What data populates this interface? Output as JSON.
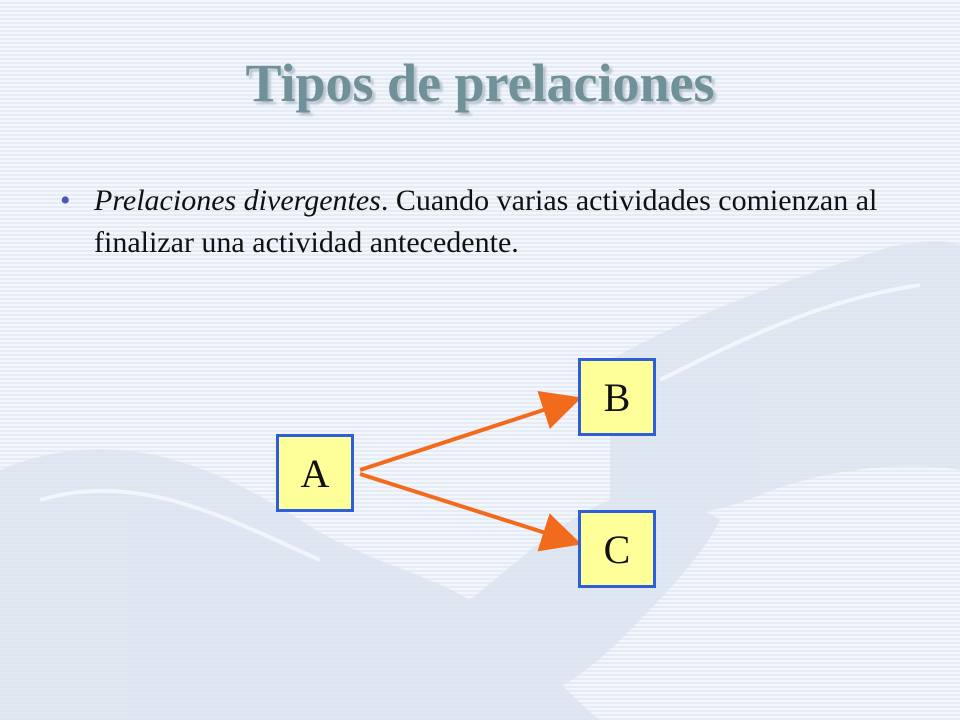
{
  "slide": {
    "title": "Tipos de prelaciones",
    "bullet": {
      "marker": "•",
      "term": "Prelaciones divergentes",
      "text": ". Cuando varias actividades comienzan al finalizar una actividad antecedente."
    }
  },
  "diagram": {
    "nodes": [
      {
        "id": "A",
        "label": "A"
      },
      {
        "id": "B",
        "label": "B"
      },
      {
        "id": "C",
        "label": "C"
      }
    ],
    "edges": [
      {
        "from": "A",
        "to": "B"
      },
      {
        "from": "A",
        "to": "C"
      }
    ],
    "colors": {
      "node_fill": "#ffff99",
      "node_border": "#2f5fd8",
      "arrow": "#f26b1d",
      "title": "#6f9197",
      "bullet": "#4a58b8"
    }
  }
}
